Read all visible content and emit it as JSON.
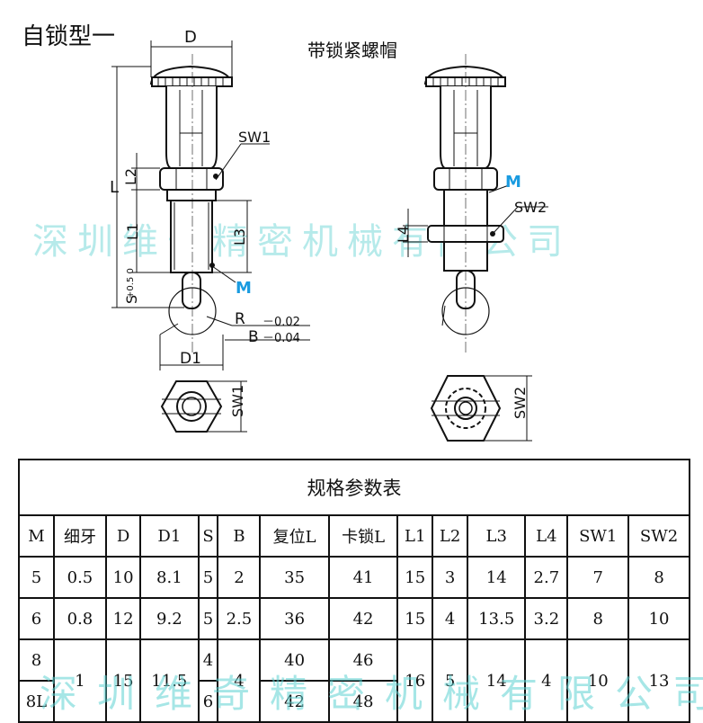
{
  "title": "自锁型一",
  "subtitle": "带锁紧螺帽",
  "watermark": "深圳维奇精密机械有限公司",
  "labels": {
    "D": "D",
    "D1": "D1",
    "L": "L",
    "L1": "L1",
    "L2": "L2",
    "L3": "L3",
    "L4": "L4",
    "S": "S",
    "S_tol": "+0.5 0",
    "SW1": "SW1",
    "SW2": "SW2",
    "M": "M",
    "R": "R",
    "B": "B",
    "tol_R": "－0.02",
    "tol_B": "－0.04"
  },
  "table": {
    "caption": "规格参数表",
    "headers": [
      "M",
      "细牙",
      "D",
      "D1",
      "S",
      "B",
      "复位L",
      "卡锁L",
      "L1",
      "L2",
      "L3",
      "L4",
      "SW1",
      "SW2"
    ],
    "rows": [
      [
        "5",
        "0.5",
        "10",
        "8.1",
        "5",
        "2",
        "35",
        "41",
        "15",
        "3",
        "14",
        "2.7",
        "7",
        "8"
      ],
      [
        "6",
        "0.8",
        "12",
        "9.2",
        "5",
        "2.5",
        "36",
        "42",
        "15",
        "4",
        "13.5",
        "3.2",
        "8",
        "10"
      ]
    ],
    "group": {
      "m": [
        "8",
        "8L"
      ],
      "fine": "1",
      "d": "15",
      "d1": "11.5",
      "s": [
        "4",
        "6"
      ],
      "b": "4",
      "reset_l": [
        "40",
        "42"
      ],
      "lock_l": [
        "46",
        "48"
      ],
      "l1": "16",
      "l2": "5",
      "l3": "14",
      "l4": "4",
      "sw1": "10",
      "sw2": "13"
    }
  }
}
